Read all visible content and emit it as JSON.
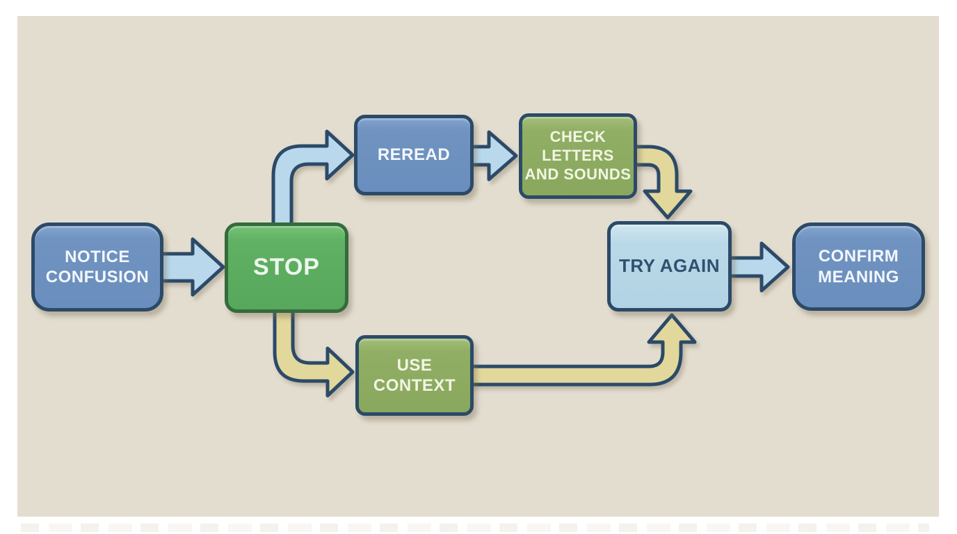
{
  "colors": {
    "canvas_background": "#e3ddd0",
    "frame": "#ffffff",
    "outline_navy": "#2c4a68",
    "node_blue": "#6e92c0",
    "node_green": "#5fae63",
    "node_olive": "#8fae63",
    "node_lightblue": "#b7d7e6",
    "arrow_blue": "#b9d8ec",
    "arrow_yellow": "#e2d89c"
  },
  "nodes": {
    "notice_confusion": {
      "label": "NOTICE\nCONFUSION"
    },
    "stop": {
      "label": "STOP"
    },
    "reread": {
      "label": "REREAD"
    },
    "check_letters_and_sounds": {
      "label": "CHECK\nLETTERS\nAND SOUNDS"
    },
    "try_again": {
      "label": "TRY AGAIN"
    },
    "confirm_meaning": {
      "label": "CONFIRM\nMEANING"
    },
    "use_context": {
      "label": "USE\nCONTEXT"
    }
  },
  "edges": [
    {
      "from": "notice_confusion",
      "to": "stop",
      "color": "blue"
    },
    {
      "from": "stop",
      "to": "reread",
      "color": "blue"
    },
    {
      "from": "reread",
      "to": "check_letters_and_sounds",
      "color": "blue"
    },
    {
      "from": "check_letters_and_sounds",
      "to": "try_again",
      "color": "yellow"
    },
    {
      "from": "stop",
      "to": "use_context",
      "color": "yellow"
    },
    {
      "from": "use_context",
      "to": "try_again",
      "color": "yellow"
    },
    {
      "from": "try_again",
      "to": "confirm_meaning",
      "color": "blue"
    }
  ]
}
